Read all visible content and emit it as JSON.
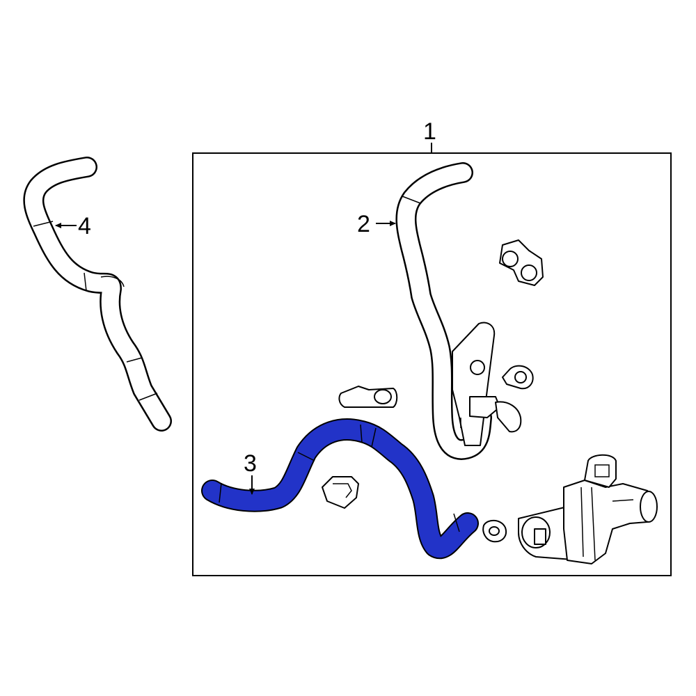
{
  "callouts": {
    "c1": "1",
    "c2": "2",
    "c3": "3",
    "c4": "4"
  },
  "colors": {
    "highlight": "#2233c8",
    "line": "#000000",
    "background": "#ffffff"
  }
}
